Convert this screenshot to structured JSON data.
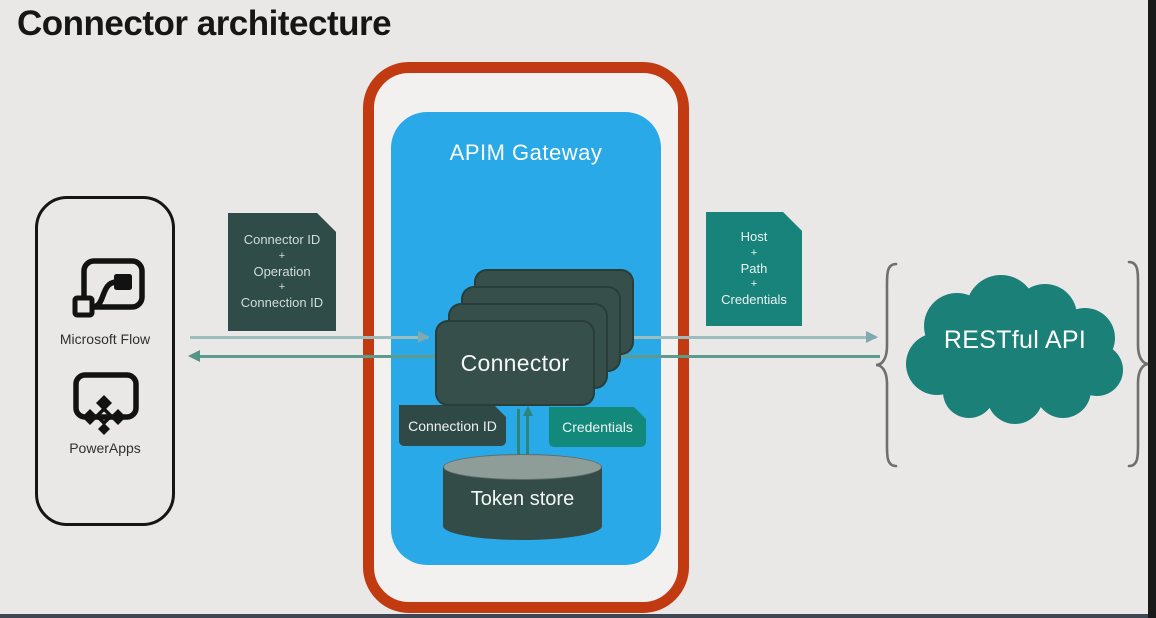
{
  "title": "Connector architecture",
  "clients": {
    "microsoft_flow_label": "Microsoft Flow",
    "powerapps_label": "PowerApps"
  },
  "request_payload": {
    "lines": [
      "Connector ID",
      "+",
      "Operation",
      "+",
      "Connection ID"
    ]
  },
  "gateway": {
    "title": "APIM Gateway",
    "connector_label": "Connector",
    "connection_id_label": "Connection ID",
    "credentials_label": "Credentials",
    "token_store_label": "Token store"
  },
  "backend_payload": {
    "lines": [
      "Host",
      "+",
      "Path",
      "+",
      "Credentials"
    ]
  },
  "backend": {
    "label": "RESTful API"
  },
  "colors": {
    "background": "#e9e8e6",
    "frame_orange": "#c23a11",
    "gateway_blue": "#29a9e8",
    "dark_slate": "#35504b",
    "teal": "#17837a",
    "arrow_gray_teal": "#9dbcbe",
    "arrow_return_teal": "#5e9a8d"
  }
}
